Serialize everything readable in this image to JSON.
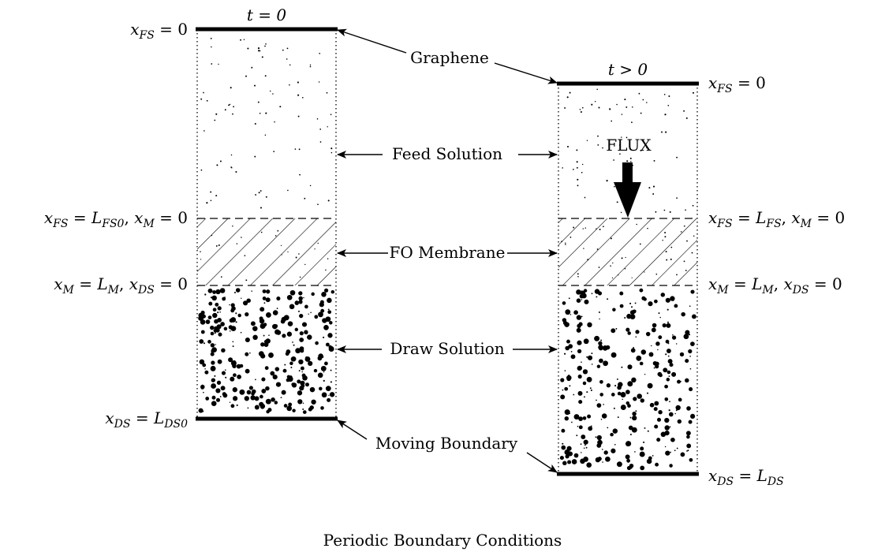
{
  "diagram": {
    "time_left": "t = 0",
    "time_right": "t > 0",
    "labels": {
      "graphene": "Graphene",
      "feed_solution": "Feed Solution",
      "fo_membrane": "FO Membrane",
      "draw_solution": "Draw Solution",
      "moving_boundary": "Moving Boundary",
      "flux": "FLUX",
      "caption": "Periodic Boundary Conditions"
    },
    "left_boundaries": {
      "top": {
        "a": "x",
        "a_sub": "FS",
        "eq": " = 0"
      },
      "fs_m": {
        "a": "x",
        "a_sub": "FS",
        "eq1": " = ",
        "b": "L",
        "b_sub": "FS0",
        "sep": ", ",
        "c": "x",
        "c_sub": "M",
        "eq2": " = 0"
      },
      "m_ds": {
        "a": "x",
        "a_sub": "M",
        "eq1": " = ",
        "b": "L",
        "b_sub": "M",
        "sep": ", ",
        "c": "x",
        "c_sub": "DS",
        "eq2": " = 0"
      },
      "bottom": {
        "a": "x",
        "a_sub": "DS",
        "eq1": " = ",
        "b": "L",
        "b_sub": "DS0"
      }
    },
    "right_boundaries": {
      "top": {
        "a": "x",
        "a_sub": "FS",
        "eq": " = 0"
      },
      "fs_m": {
        "a": "x",
        "a_sub": "FS",
        "eq1": " = ",
        "b": "L",
        "b_sub": "FS",
        "sep": ", ",
        "c": "x",
        "c_sub": "M",
        "eq2": " = 0"
      },
      "m_ds": {
        "a": "x",
        "a_sub": "M",
        "eq1": " = ",
        "b": "L",
        "b_sub": "M",
        "sep": ", ",
        "c": "x",
        "c_sub": "DS",
        "eq2": " = 0"
      },
      "bottom": {
        "a": "x",
        "a_sub": "DS",
        "eq1": " = ",
        "b": "L",
        "b_sub": "DS"
      }
    }
  }
}
